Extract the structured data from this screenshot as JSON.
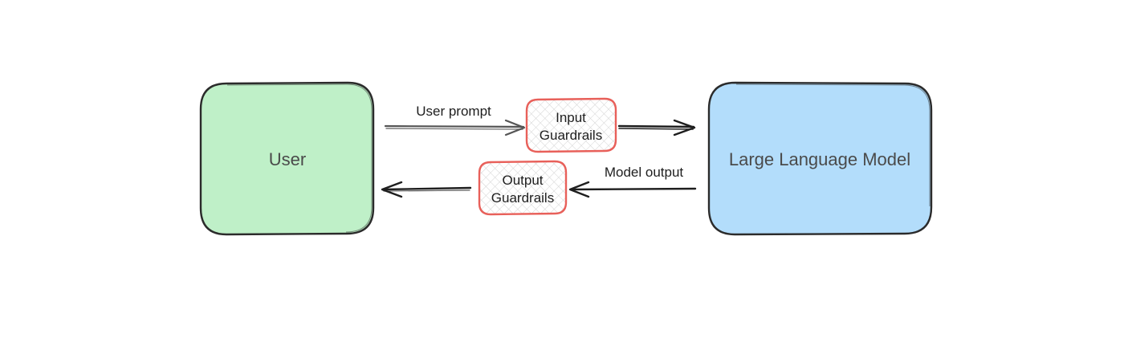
{
  "nodes": {
    "user": {
      "label": "User",
      "fill": "#bff0c8",
      "stroke": "#2b2b2b"
    },
    "llm": {
      "label": "Large Language Model",
      "fill": "#b3ddfb",
      "stroke": "#2b2b2b"
    },
    "input_guardrails": {
      "line1": "Input",
      "line2": "Guardrails",
      "stroke": "#e8605a",
      "hatch": "#cfcfcf"
    },
    "output_guardrails": {
      "line1": "Output",
      "line2": "Guardrails",
      "stroke": "#e8605a",
      "hatch": "#cfcfcf"
    }
  },
  "edges": {
    "user_prompt": {
      "label": "User prompt"
    },
    "model_output": {
      "label": "Model output"
    }
  },
  "colors": {
    "arrow": "#1e1e1e",
    "arrow_prompt": "#555555",
    "background": "#ffffff"
  }
}
